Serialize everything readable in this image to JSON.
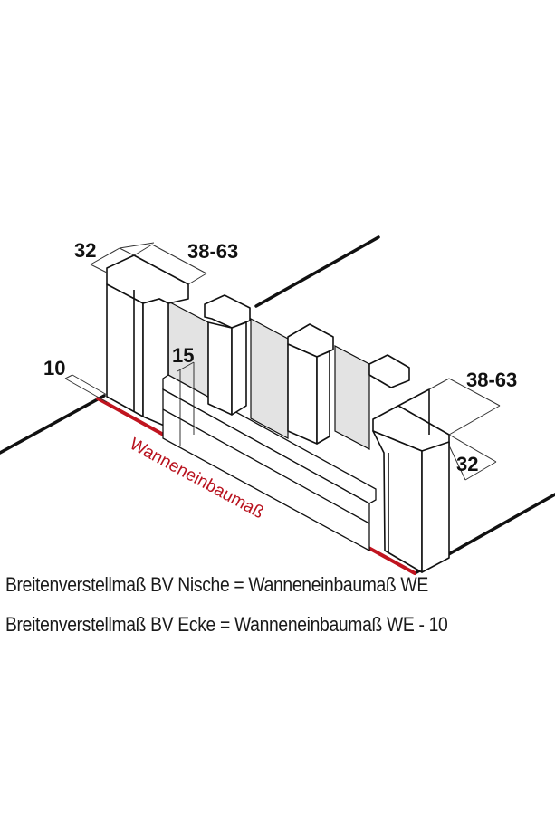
{
  "diagram": {
    "title": "Breitenverstellmaß / Wanneneinbaumaß installation diagram",
    "dimensions": {
      "left_profile_depth": "32",
      "left_adjust_range": "38-63",
      "floor_offset": "10",
      "sill_height": "15",
      "right_adjust_range": "38-63",
      "right_profile_depth": "32"
    },
    "red_label": "Wanneneinbaumaß",
    "colors": {
      "line": "#111111",
      "accent_red": "#c0141f",
      "glass_fill": "#e3e3e3",
      "background": "#ffffff"
    }
  },
  "formulas": [
    "Breitenverstellmaß BV Nische = Wanneneinbaumaß WE",
    "Breitenverstellmaß BV Ecke = Wanneneinbaumaß WE - 10"
  ]
}
